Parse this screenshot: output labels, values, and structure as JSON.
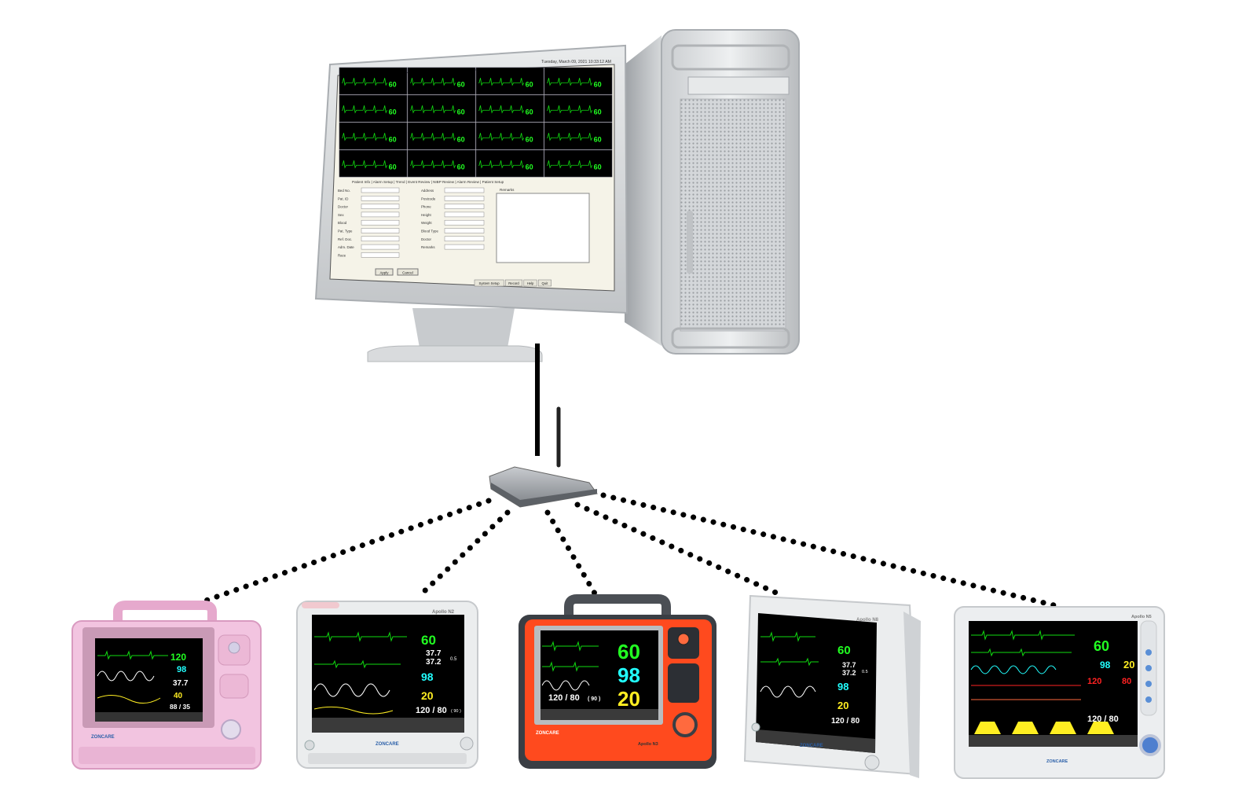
{
  "colors": {
    "hr": "#22ff22",
    "spo2": "#22ffff",
    "resp": "#ffee22",
    "nibp": "#ffffff",
    "temp": "#ffffff",
    "alarm_red": "#ff2222",
    "ecg": "#11dd11",
    "pink_case": "#f2c4e0",
    "grey_case": "#ebedee",
    "orange_case": "#ff4a1e",
    "dark_case": "#3a3e44"
  },
  "workstation": {
    "datetime": "Tuesday, March 09, 2021 10:33:12 AM",
    "tabs": "Patient Info | Alarm Setup | Trend | Event Review | NIBP Review | Alarm Review | Patient Setup",
    "grid_hr": "60",
    "form_labels_left": [
      "Bed No.",
      "Pat. ID",
      "Doctor",
      "Sex",
      "Blood",
      "Pat. Type",
      "Ref. Doc.",
      "Adm. Date",
      "Race"
    ],
    "form_labels_right": [
      "Address",
      "Postcode",
      "Phone",
      "Height",
      "Weight",
      "Blood Type",
      "Doctor",
      "Remarks"
    ],
    "notes_label": "Remarks",
    "buttons": [
      "Apply",
      "Cancel"
    ],
    "footer_buttons": [
      "System Setup",
      "Record",
      "Help",
      "Quit"
    ]
  },
  "monitors": [
    {
      "id": "monitor-1",
      "case": "pink",
      "brand": "ZONCARE",
      "hr": "120",
      "spo2": "98",
      "temp": "37.7",
      "resp": "40",
      "nibp": "88 / 35"
    },
    {
      "id": "monitor-2",
      "case": "white",
      "brand": "ZONCARE",
      "model": "Apollo N2",
      "hr": "60",
      "temp1": "37.7",
      "temp2": "37.2",
      "temp_diff": "0.5",
      "spo2": "98",
      "resp": "20",
      "nibp": "120 / 80",
      "nibp_mean": "( 90 )"
    },
    {
      "id": "monitor-3",
      "case": "orange",
      "brand": "ZONCARE",
      "model": "Apollo N3",
      "hr": "60",
      "spo2": "98",
      "resp": "20",
      "nibp": "120 / 80",
      "nibp_mean": "( 90 )"
    },
    {
      "id": "monitor-4",
      "case": "white",
      "brand": "ZONCARE",
      "model": "Apollo N8",
      "hr": "60",
      "temp1": "37.7",
      "temp2": "37.2",
      "temp_diff": "0.5",
      "spo2": "98",
      "resp": "20",
      "nibp": "120 / 80"
    },
    {
      "id": "monitor-5",
      "case": "white",
      "brand": "ZONCARE",
      "model": "Apollo N5",
      "hr": "60",
      "spo2": "98",
      "resp": "20",
      "ibp1": "120",
      "ibp2": "80",
      "nibp": "120 / 80"
    }
  ]
}
